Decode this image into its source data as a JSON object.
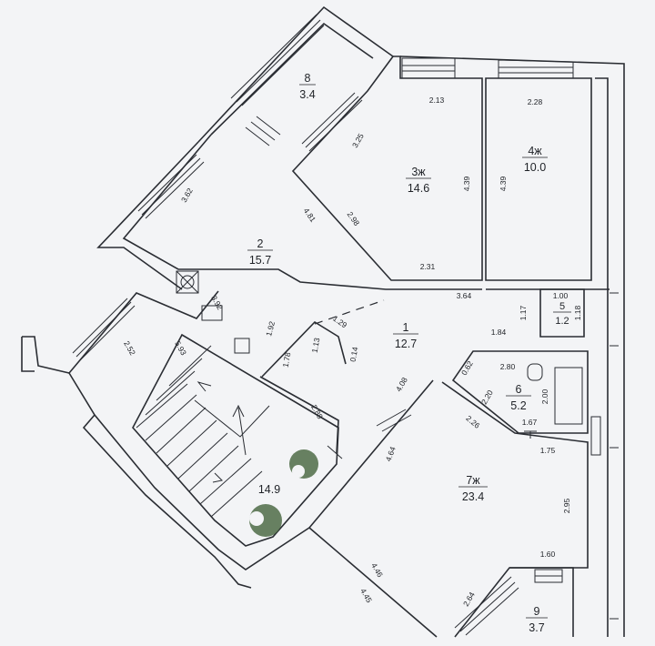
{
  "rooms": [
    {
      "id": "r8",
      "number": "8",
      "area": "3.4"
    },
    {
      "id": "r3",
      "number": "3ж",
      "area": "14.6"
    },
    {
      "id": "r4",
      "number": "4ж",
      "area": "10.0"
    },
    {
      "id": "r2",
      "number": "2",
      "area": "15.7"
    },
    {
      "id": "r1",
      "number": "1",
      "area": "12.7"
    },
    {
      "id": "r5",
      "number": "5",
      "area": "1.2"
    },
    {
      "id": "r6",
      "number": "6",
      "area": "5.2"
    },
    {
      "id": "r7",
      "number": "7ж",
      "area": "23.4"
    },
    {
      "id": "r9",
      "number": "9",
      "area": "3.7"
    },
    {
      "id": "stair",
      "number": "",
      "area": "14.9"
    }
  ],
  "dimensions": {
    "d_2_13": "2.13",
    "d_2_28": "2.28",
    "d_3_25": "3.25",
    "d_4_39a": "4.39",
    "d_4_39b": "4.39",
    "d_3_62": "3.62",
    "d_4_81": "4.81",
    "d_2_98": "2.98",
    "d_2_31": "2.31",
    "d_3_64": "3.64",
    "d_1_00": "1.00",
    "d_1_17": "1.17",
    "d_1_18": "1.18",
    "d_3_92": "3.92",
    "d_1_29": "1.29",
    "d_1_92": "1.92",
    "d_2_52": "2.52",
    "d_5_93": "5.93",
    "d_1_78": "1.78",
    "d_1_13": "1.13",
    "d_0_14": "0.14",
    "d_1_84": "1.84",
    "d_0_62": "0.62",
    "d_2_80": "2.80",
    "d_2_20": "2.20",
    "d_2_00": "2.00",
    "d_4_08": "4.08",
    "d_2_88": "2.88",
    "d_2_26": "2.26",
    "d_1_67": "1.67",
    "d_1_75": "1.75",
    "d_4_64": "4.64",
    "d_2_95": "2.95",
    "d_1_60": "1.60",
    "d_4_46": "4.46",
    "d_4_45": "4.45",
    "d_2_64": "2.64"
  },
  "colors": {
    "line": "#2a2d33",
    "paper": "#f3f4f6",
    "marker": "#4d6b46"
  }
}
